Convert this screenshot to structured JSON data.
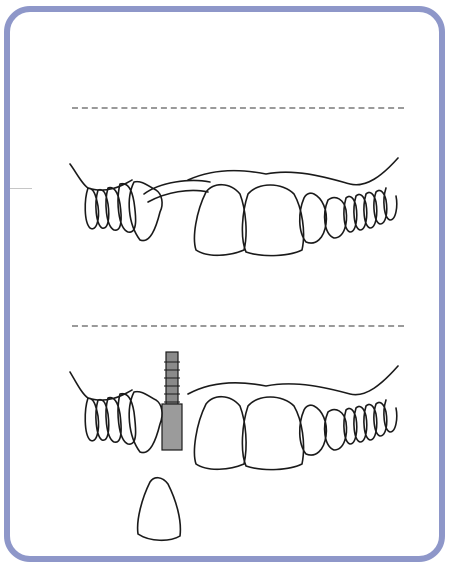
{
  "illustration": {
    "colors": {
      "frame_border": "#8e97c9",
      "tooth_outline": "#1a1a1a",
      "implant_fill": "#8a8a8a",
      "dashed_line": "#9a9a9a"
    },
    "panels": [
      {
        "id": "before",
        "description_name": "teeth-with-gap-bridge"
      },
      {
        "id": "after",
        "description_name": "teeth-with-implant"
      }
    ]
  }
}
